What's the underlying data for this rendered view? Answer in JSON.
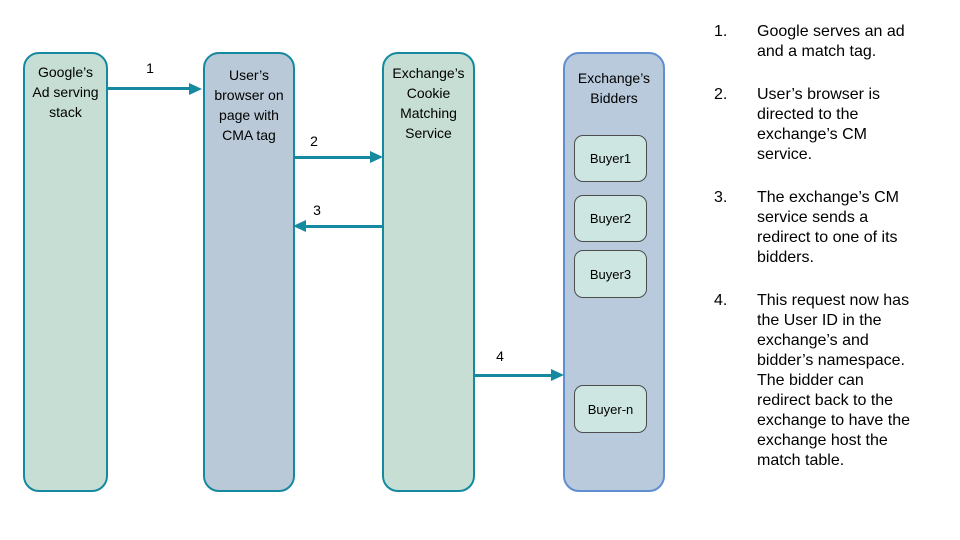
{
  "colors": {
    "teal-border": "#15899f",
    "green-fill": "#c6ded4",
    "browser-fill": "#bac9d7",
    "bidders-fill": "#b8cadc",
    "bidders-border": "#5f8fd2",
    "buyer-fill": "#cde6e1",
    "buyer-border": "#4d4d4d",
    "arrow": "#15899f",
    "text": "#000000"
  },
  "diagram": {
    "nodes": {
      "google": {
        "label": "Google’s\nAd serving\nstack"
      },
      "browser": {
        "label": "User’s\nbrowser on\npage with\nCMA tag"
      },
      "cms": {
        "label": "Exchange’s\nCookie\nMatching\nService"
      },
      "bidders": {
        "label": "Exchange’s\nBidders",
        "buyers": [
          "Buyer1",
          "Buyer2",
          "Buyer3",
          "Buyer-n"
        ]
      }
    },
    "arrows": [
      {
        "label": "1",
        "from": "google",
        "to": "browser"
      },
      {
        "label": "2",
        "from": "browser",
        "to": "cms"
      },
      {
        "label": "3",
        "from": "cms",
        "to": "browser"
      },
      {
        "label": "4",
        "from": "cms",
        "to": "bidders"
      }
    ]
  },
  "steps": [
    {
      "number": "1.",
      "text": "Google serves an ad\nand a match tag."
    },
    {
      "number": "2.",
      "text": "User’s browser is\ndirected to the\nexchange’s CM\nservice."
    },
    {
      "number": "3.",
      "text": "The exchange’s CM\nservice sends a\nredirect to one of its\nbidders."
    },
    {
      "number": "4.",
      "text": "This request now has\nthe User ID in the\nexchange’s and\nbidder’s namespace.\nThe bidder can\nredirect back to the\nexchange to have the\nexchange host the\nmatch table."
    }
  ]
}
